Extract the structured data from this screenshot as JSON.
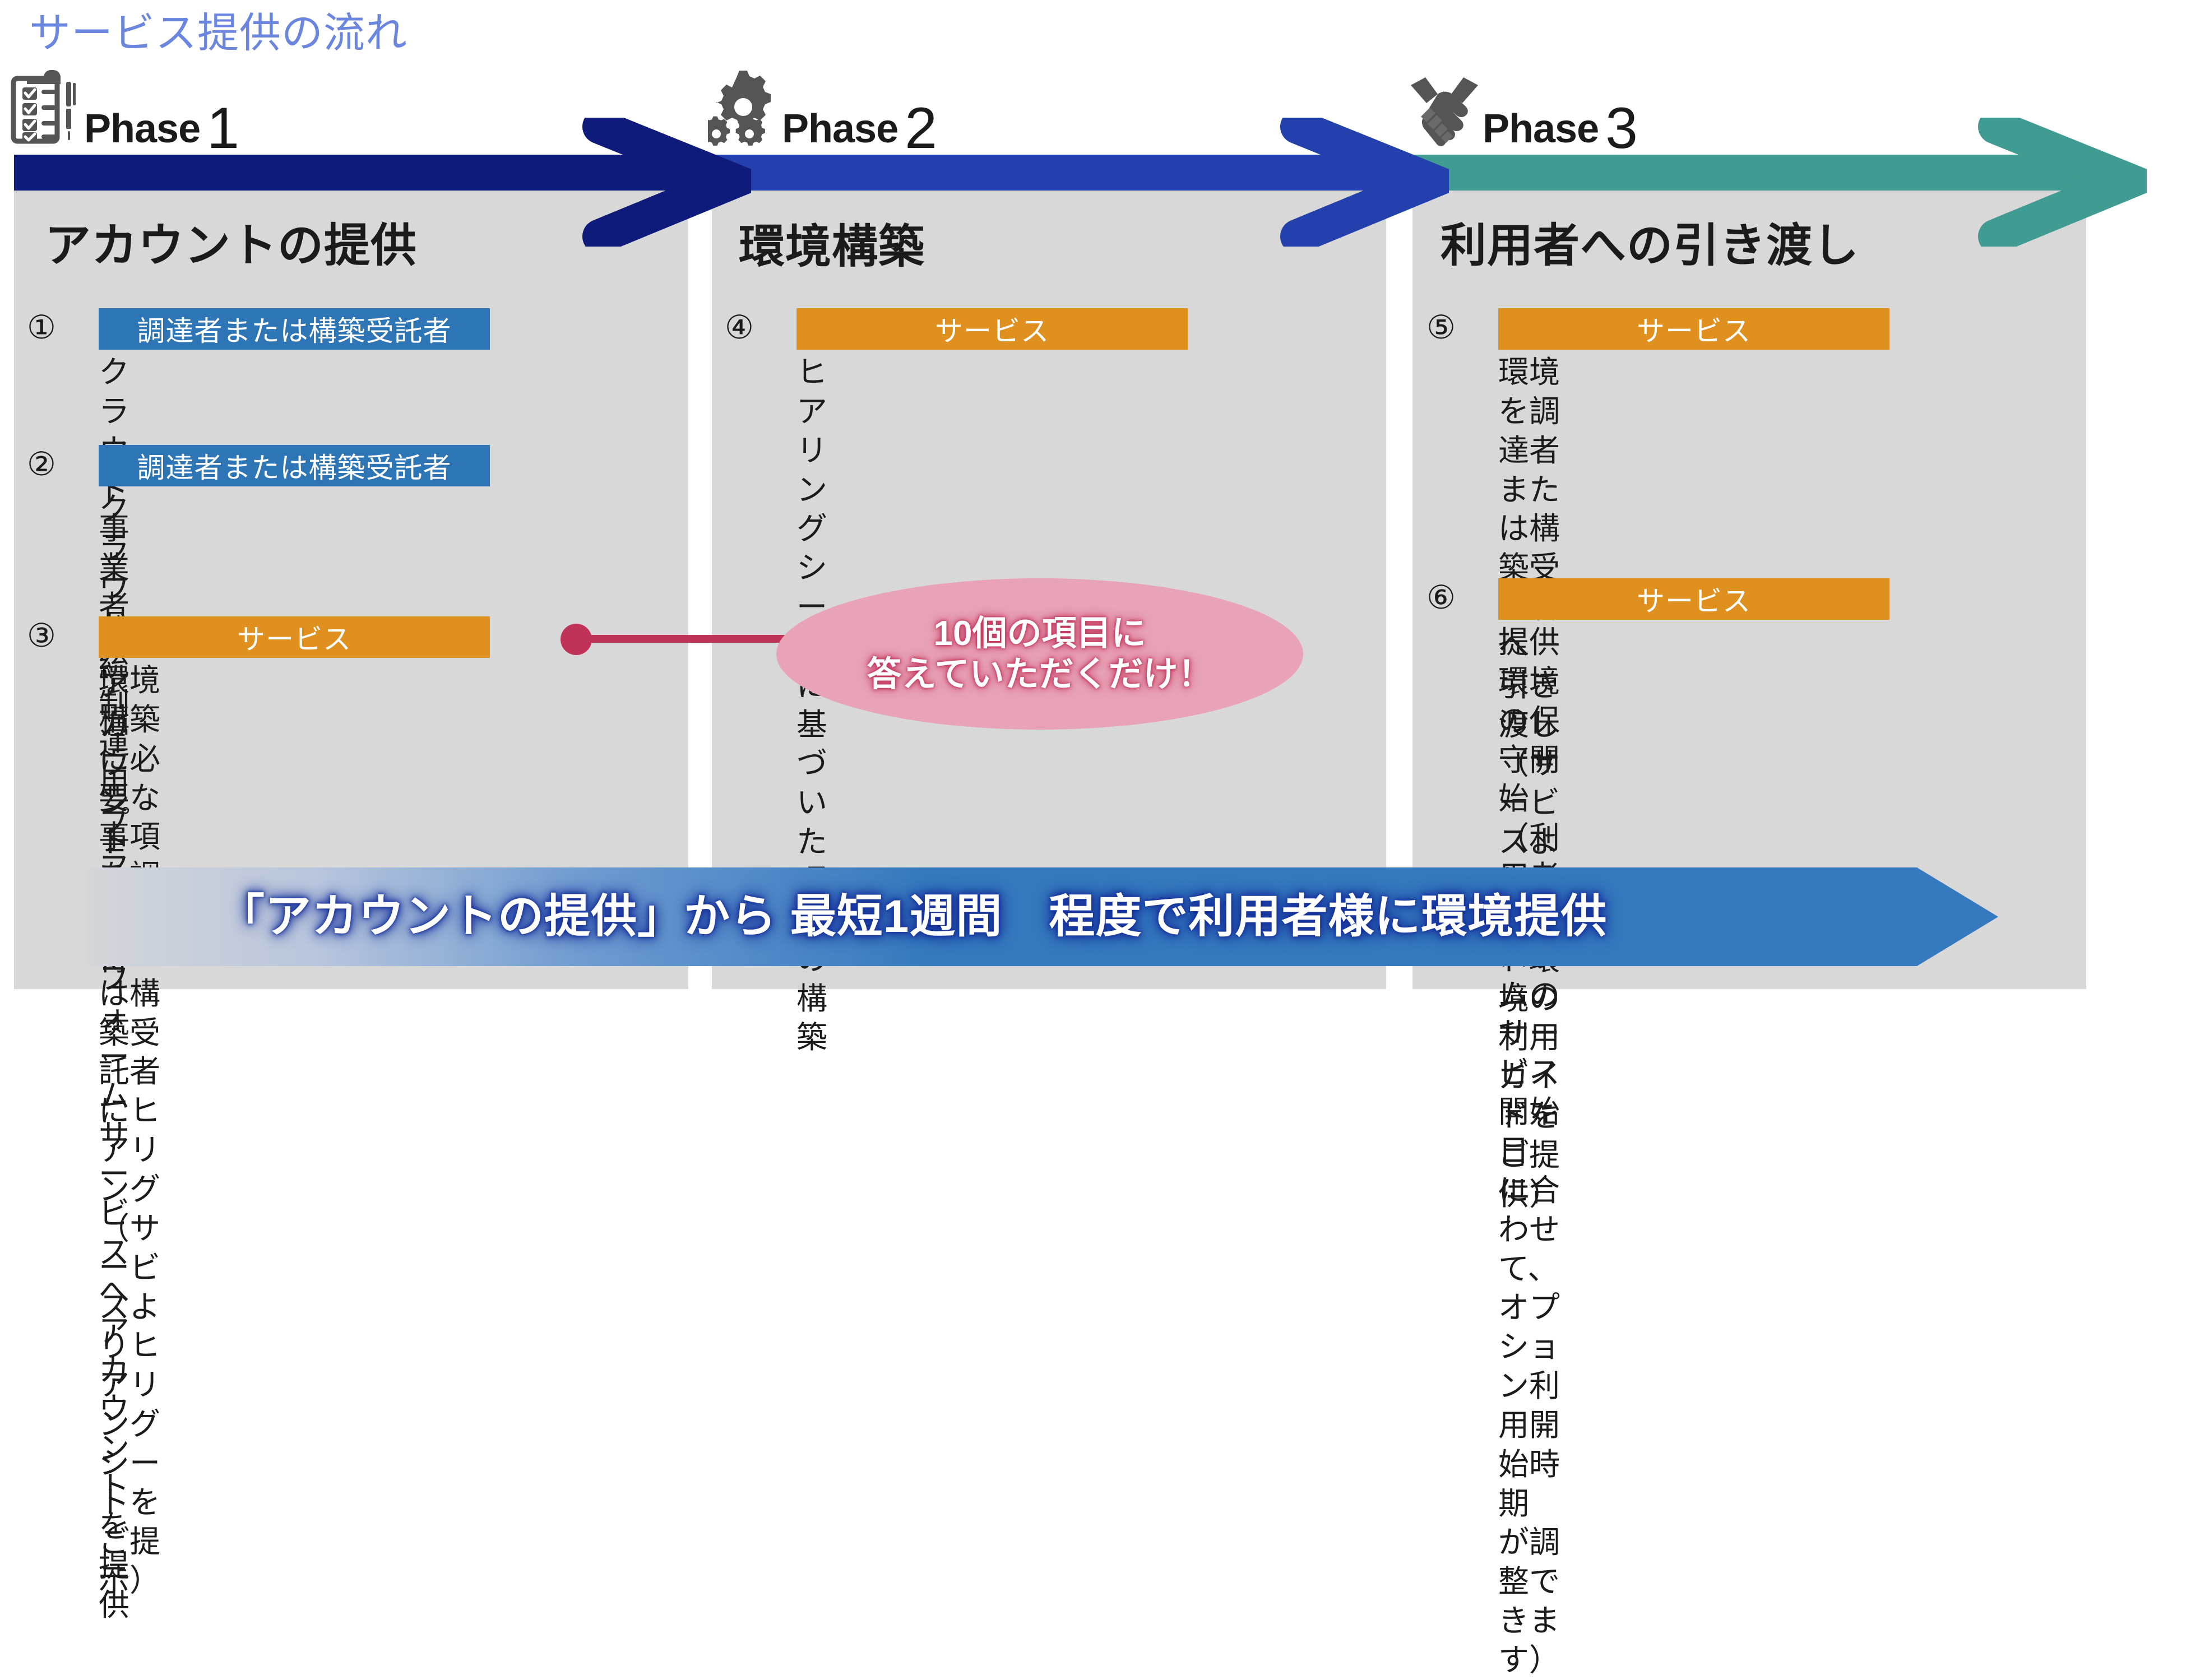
{
  "title": "サービス提供の流れ",
  "title_color": "#6b86de",
  "phase_word": "Phase",
  "phases": [
    {
      "number": "1",
      "icon": "clipboard-checklist-icon",
      "accent": "#0e1b7a",
      "heading": "アカウントの提供",
      "items": [
        {
          "marker": "①",
          "badge": "調達者または構築受託者",
          "badge_color": "#2e75b6",
          "text": "クラウド事業者のアカウントを取得"
        },
        {
          "marker": "②",
          "badge": "調達者または構築受託者",
          "badge_color": "#2e75b6",
          "text": "クラウド統制運用プラットフォーム\nサービスへアカウントを提供"
        },
        {
          "marker": "③",
          "badge": "サービス",
          "badge_color": "#e0901f",
          "text": "環境構築に必要な事項を調達者\nまたは構築受託者にヒアリング\n（サービスよりヒアリングシートをご提示）"
        }
      ]
    },
    {
      "number": "2",
      "icon": "gears-icon",
      "accent": "#2340ad",
      "heading": "環境構築",
      "items": [
        {
          "marker": "④",
          "badge": "サービス",
          "badge_color": "#e0901f",
          "text": "ヒアリングシートに基づいた環境\nの構築"
        }
      ]
    },
    {
      "number": "3",
      "icon": "handshake-icon",
      "accent": "#409c92",
      "heading": "利用者への引き渡し",
      "items": [
        {
          "marker": "⑤",
          "badge": "サービス",
          "badge_color": "#e0901f",
          "text": "環境を調達者または構築受託者へ\n引き渡し\n（サービスよりクラウド環境の利用\nガイドをご提供）"
        },
        {
          "marker": "⑥",
          "badge": "サービス",
          "badge_color": "#e0901f",
          "text": "提供環境の保守開始\n（利用者様システムのサービス開始日\nに合わせて、オプション利用開始時期\nが調整できます）"
        }
      ]
    }
  ],
  "callout": {
    "line1": "10個の項目に",
    "line2": "答えていただくだけ！",
    "fill_color": "#e8a3b6",
    "connector_color": "#c13259"
  },
  "banner": {
    "text": "「アカウントの提供」から 最短1週間　程度で利用者様に環境提供",
    "color": "#3579be"
  }
}
